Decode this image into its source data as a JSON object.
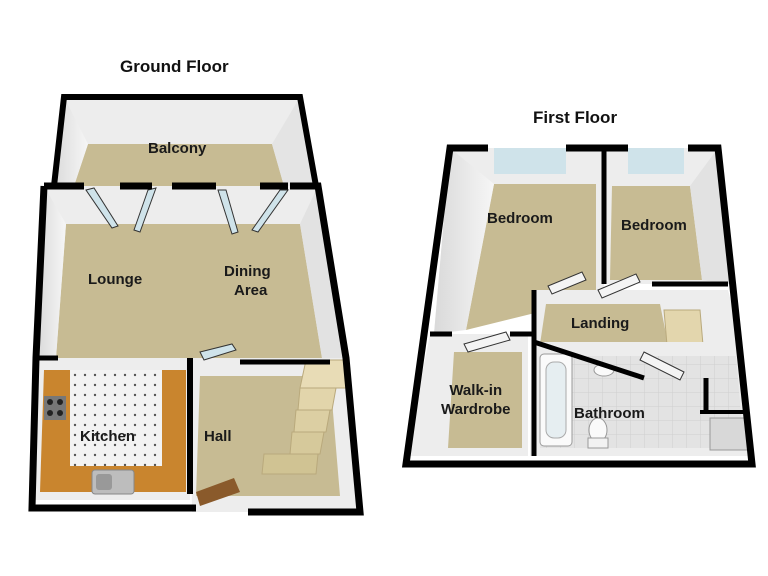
{
  "floors": {
    "ground": {
      "title": "Ground Floor",
      "rooms": {
        "balcony": "Balcony",
        "lounge": "Lounge",
        "dining_line1": "Dining",
        "dining_line2": "Area",
        "kitchen": "Kitchen",
        "hall": "Hall"
      }
    },
    "first": {
      "title": "First Floor",
      "rooms": {
        "bedroom_left": "Bedroom",
        "bedroom_right": "Bedroom",
        "landing": "Landing",
        "wardrobe_line1": "Walk-in",
        "wardrobe_line2": "Wardrobe",
        "bathroom": "Bathroom"
      }
    }
  },
  "colors": {
    "wall": "#000000",
    "carpet": "#c7bb93",
    "wall_face": "#ececec",
    "kitchen_floor": "#c9852e",
    "tile": "#e2e2e2",
    "window_glass": "#cfe3ea"
  }
}
